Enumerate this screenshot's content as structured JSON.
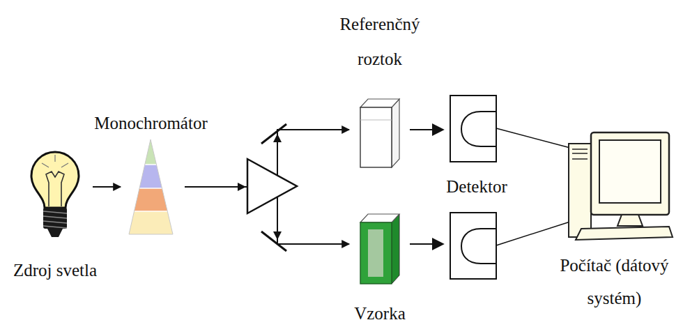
{
  "diagram": {
    "nodes": [
      {
        "text": [
          "Zdroj svetla"
        ]
      },
      {
        "text": [
          "Monochromátor"
        ]
      },
      {
        "text": [
          "Referenčný roztok"
        ]
      },
      {
        "text": [
          "Vzorka"
        ]
      },
      {
        "text": [
          "Počítač (dátový systém)"
        ]
      }
    ],
    "edges": [
      {
        "from": 0,
        "to": 1,
        "arrow": "to"
      },
      {
        "from": 1,
        "to": 2,
        "arrow": "to"
      },
      {
        "from": 1,
        "to": 3,
        "arrow": "to"
      }
    ],
    "labels": [
      "Detektor"
    ]
  }
}
